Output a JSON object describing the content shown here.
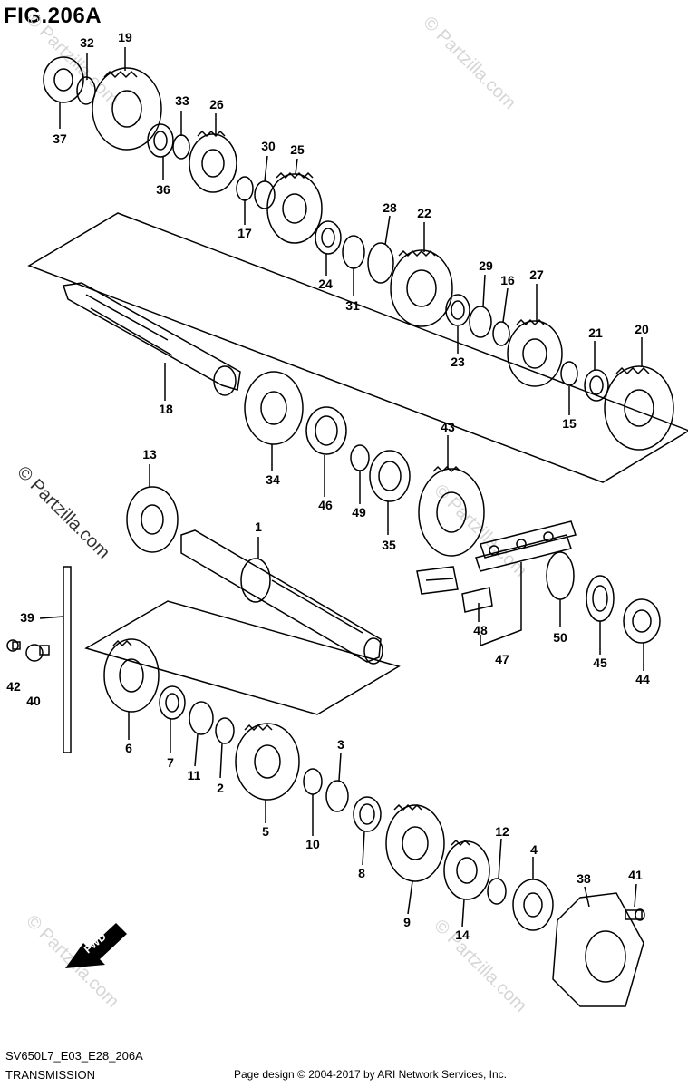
{
  "figure": {
    "title": "FIG.206A",
    "model_code": "SV650L7_E03_E28_206A",
    "section": "TRANSMISSION",
    "copyright": "Page design © 2004-2017 by ARI Network Services, Inc.",
    "watermark": "© Partzilla.com",
    "direction_label": "FWD"
  },
  "callouts": [
    "32",
    "19",
    "37",
    "33",
    "26",
    "36",
    "30",
    "25",
    "17",
    "28",
    "22",
    "24",
    "31",
    "29",
    "16",
    "27",
    "23",
    "21",
    "20",
    "15",
    "18",
    "34",
    "46",
    "49",
    "35",
    "43",
    "13",
    "1",
    "39",
    "42",
    "40",
    "47",
    "48",
    "50",
    "45",
    "44",
    "6",
    "7",
    "11",
    "2",
    "5",
    "10",
    "3",
    "8",
    "9",
    "14",
    "12",
    "4",
    "38",
    "41"
  ]
}
